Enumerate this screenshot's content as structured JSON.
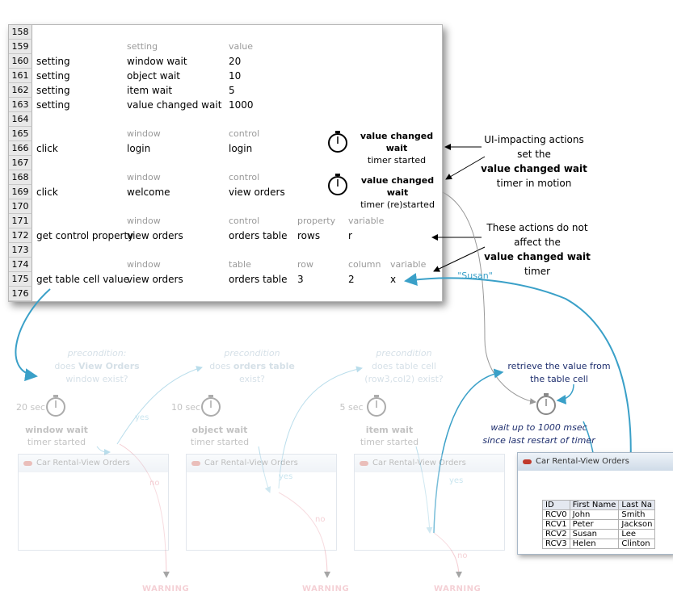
{
  "sheet": {
    "rows": [
      {
        "num": "158",
        "cells": [
          "",
          "",
          "",
          "",
          "",
          ""
        ]
      },
      {
        "num": "159",
        "header": true,
        "cells": [
          "",
          "setting",
          "value",
          "",
          "",
          ""
        ]
      },
      {
        "num": "160",
        "cells": [
          "setting",
          "window wait",
          "20",
          "",
          "",
          ""
        ]
      },
      {
        "num": "161",
        "cells": [
          "setting",
          "object wait",
          "10",
          "",
          "",
          ""
        ]
      },
      {
        "num": "162",
        "cells": [
          "setting",
          "item wait",
          "5",
          "",
          "",
          ""
        ]
      },
      {
        "num": "163",
        "cells": [
          "setting",
          "value changed wait",
          "1000",
          "",
          "",
          ""
        ]
      },
      {
        "num": "164",
        "cells": [
          "",
          "",
          "",
          "",
          "",
          ""
        ]
      },
      {
        "num": "165",
        "header": true,
        "cells": [
          "",
          "window",
          "control",
          "",
          "",
          ""
        ]
      },
      {
        "num": "166",
        "cells": [
          "click",
          "login",
          "login",
          "",
          "",
          ""
        ]
      },
      {
        "num": "167",
        "cells": [
          "",
          "",
          "",
          "",
          "",
          ""
        ]
      },
      {
        "num": "168",
        "header": true,
        "cells": [
          "",
          "window",
          "control",
          "",
          "",
          ""
        ]
      },
      {
        "num": "169",
        "cells": [
          "click",
          "welcome",
          "view orders",
          "",
          "",
          ""
        ]
      },
      {
        "num": "170",
        "cells": [
          "",
          "",
          "",
          "",
          "",
          ""
        ]
      },
      {
        "num": "171",
        "header": true,
        "cells": [
          "",
          "window",
          "control",
          "property",
          "variable",
          ""
        ]
      },
      {
        "num": "172",
        "cells": [
          "get control property",
          "view orders",
          "orders table",
          "rows",
          "r",
          ""
        ]
      },
      {
        "num": "173",
        "cells": [
          "",
          "",
          "",
          "",
          "",
          ""
        ]
      },
      {
        "num": "174",
        "header": true,
        "cells": [
          "",
          "window",
          "table",
          "row",
          "column",
          "variable"
        ]
      },
      {
        "num": "175",
        "cells": [
          "get table cell value",
          "view orders",
          "orders table",
          "3",
          "2",
          "x"
        ]
      },
      {
        "num": "176",
        "cells": [
          "",
          "",
          "",
          "",
          "",
          ""
        ]
      }
    ],
    "timer1": {
      "line1": "value changed wait",
      "line2": "timer started"
    },
    "timer2": {
      "line1": "value changed wait",
      "line2": "timer (re)started"
    }
  },
  "callouts": {
    "ui": {
      "line1": "UI-impacting actions",
      "line2": "set the",
      "line3": "value changed wait",
      "line4": "timer in motion"
    },
    "noaffect": {
      "line1": "These actions do not",
      "line2": "affect the",
      "line3": "value changed wait",
      "line4": "timer"
    }
  },
  "susan_label": "\"Susan\"",
  "retrieve": {
    "line1": "retrieve the value from",
    "line2": "the table cell"
  },
  "waitnote": {
    "line1": "wait up to 1000 msec",
    "line2": "since last restart of timer"
  },
  "stages": [
    {
      "pre1": "precondition:",
      "pre2a": "does ",
      "pre2b": "View Orders",
      "pre3": "window exist?",
      "secs": "20 sec",
      "t1": "window wait",
      "t2": "timer started",
      "win": "Car Rental-View Orders",
      "yes": "yes",
      "no": "no",
      "warn": "WARNING"
    },
    {
      "pre1": "precondition",
      "pre2a": "does ",
      "pre2b": "orders table",
      "pre3": "exist?",
      "secs": "10 sec",
      "t1": "object wait",
      "t2": "timer started",
      "win": "Car Rental-View Orders",
      "yes": "yes",
      "no": "no",
      "warn": "WARNING"
    },
    {
      "pre1": "precondition",
      "pre2a": "does table cell",
      "pre2b": "",
      "pre3": "(row3,col2) exist?",
      "secs": "5 sec",
      "t1": "item wait",
      "t2": "timer started",
      "win": "Car Rental-View Orders",
      "yes": "yes",
      "no": "no",
      "warn": "WARNING"
    }
  ],
  "final_window": {
    "title": "Car Rental-View Orders",
    "headers": [
      "ID",
      "First Name",
      "Last Na"
    ],
    "rows": [
      [
        "RCV0",
        "John",
        "Smith"
      ],
      [
        "RCV1",
        "Peter",
        "Jackson"
      ],
      [
        "RCV2",
        "Susan",
        "Lee"
      ],
      [
        "RCV3",
        "Helen",
        "Clinton"
      ]
    ]
  },
  "colors": {
    "accent": "#3aa0c8",
    "warning": "#e07080",
    "arrow": "#000000",
    "gray_path": "#999999"
  }
}
